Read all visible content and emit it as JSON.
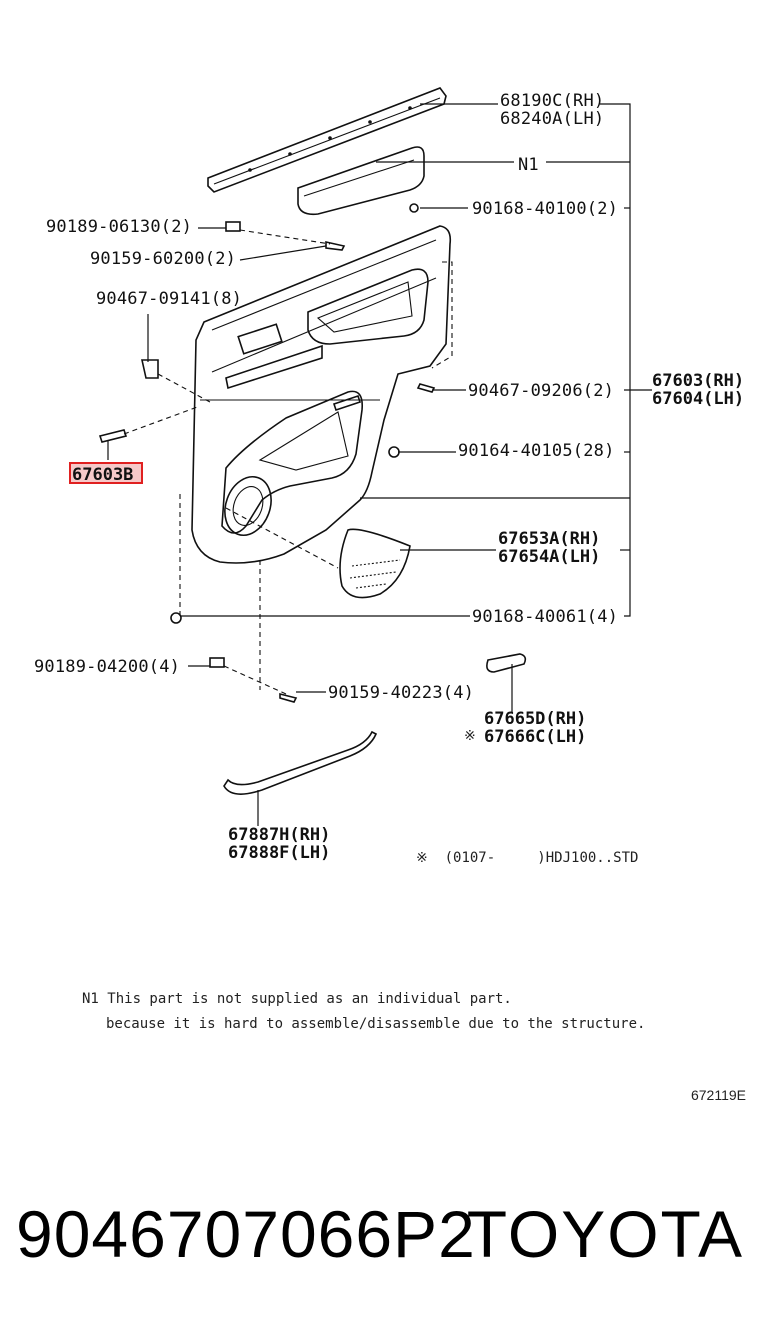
{
  "labels": {
    "l68190c": "68190C(RH)",
    "l68240a": "68240A(LH)",
    "n1": "N1",
    "l90168_40100": "90168-40100(2)",
    "l90189_06130": "90189-06130(2)",
    "l90159_60200": "90159-60200(2)",
    "l90467_09141": "90467-09141(8)",
    "l67603_rh": "67603(RH)",
    "l67604_lh": "67604(LH)",
    "l90467_09206": "90467-09206(2)",
    "l90164_40105": "90164-40105(28)",
    "l67603b": "67603B",
    "l67653a": "67653A(RH)",
    "l67654a": "67654A(LH)",
    "l90168_40061": "90168-40061(4)",
    "l90189_04200": "90189-04200(4)",
    "l90159_40223": "90159-40223(4)",
    "l67665d": "67665D(RH)",
    "l67666c": "67666C(LH)",
    "l67887h": "67887H(RH)",
    "l67888f": "67888F(LH)",
    "star_mark": "※",
    "std_note": "※  (0107-     )HDJ100..STD"
  },
  "note": {
    "line1": "N1 This part is not supplied as an individual part.",
    "line2": "because it is hard to assemble/disassemble due to the structure."
  },
  "diagram_code": "672119E",
  "footer": {
    "part_number": "9046707066P2",
    "brand": "TOYOTA"
  },
  "highlight_color": "#e02020"
}
